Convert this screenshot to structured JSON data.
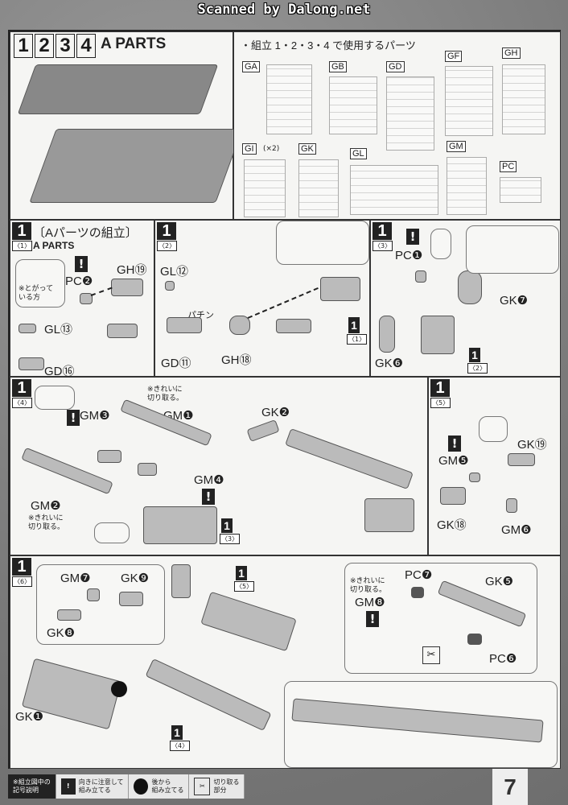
{
  "watermark": "Scanned by Dalong.net",
  "header": {
    "steps": [
      "1",
      "2",
      "3",
      "4"
    ],
    "title": "A PARTS"
  },
  "parts_used": {
    "title": "・組立 1・2・3・4 で使用するパーツ",
    "sprues": [
      "GA",
      "GB",
      "GD",
      "GF",
      "GH",
      "GI",
      "GK",
      "GL",
      "GM",
      "PC"
    ],
    "gi_count": "(×2)"
  },
  "step1_1": {
    "num": "1",
    "sub": "〈1〉",
    "title": "〔Aパーツの組立〕",
    "subtitle": "A PARTS",
    "note": "※とがって\nいる方",
    "labels": [
      "GH⑲",
      "PC❷",
      "GL⑬",
      "GD⑯"
    ]
  },
  "step1_2": {
    "num": "1",
    "sub": "〈2〉",
    "labels": [
      "GL⑫",
      "GD⑪",
      "GH⑱"
    ],
    "sound": "パチン",
    "ref": "〈1〉"
  },
  "step1_3": {
    "num": "1",
    "sub": "〈3〉",
    "labels": [
      "PC❶",
      "GK❼",
      "GK❻"
    ],
    "ref": "〈2〉"
  },
  "step1_4": {
    "num": "1",
    "sub": "〈4〉",
    "labels": [
      "GM❸",
      "GM❶",
      "GM❷",
      "GM❹",
      "GK❷"
    ],
    "note": "※きれいに\n切り取る。",
    "ref": "〈3〉"
  },
  "step1_5": {
    "num": "1",
    "sub": "〈5〉",
    "labels": [
      "GK⑲",
      "GM❺",
      "GK⑱",
      "GM❻"
    ]
  },
  "step1_6": {
    "num": "1",
    "sub": "〈6〉",
    "labels": [
      "GM❼",
      "GK❾",
      "GK❽",
      "GK❶",
      "PC❼",
      "GM❽",
      "GK❺",
      "PC❻"
    ],
    "note": "※きれいに\n切り取る。",
    "refs": [
      "〈5〉",
      "〈4〉"
    ]
  },
  "legend": {
    "heading": "※組立図中の\n記号説明",
    "items": [
      {
        "icon": "exclamation-icon",
        "text": "向きに注意して\n組み立てる"
      },
      {
        "icon": "circle-later-icon",
        "text": "後から\n組み立てる"
      },
      {
        "icon": "nipper-icon",
        "text": "切り取る\n部分"
      }
    ]
  },
  "page_number": "7"
}
